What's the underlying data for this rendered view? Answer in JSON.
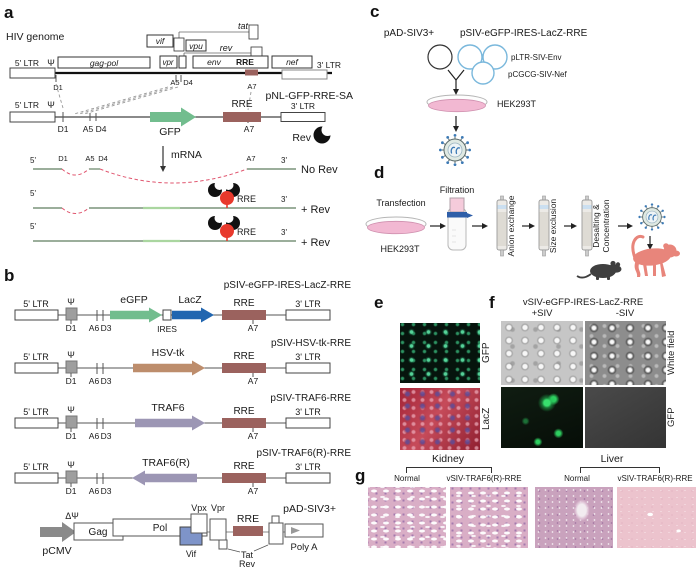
{
  "figure": {
    "panel_letters": {
      "a": "a",
      "b": "b",
      "c": "c",
      "d": "d",
      "e": "e",
      "f": "f",
      "g": "g"
    }
  },
  "panel_a": {
    "hiv_genome": "HIV genome",
    "five_ltr": "5' LTR",
    "three_ltr": "3' LTR",
    "psi": "Ψ",
    "gag_pol": "gag-pol",
    "vif": "vif",
    "vpr": "vpr",
    "vpu": "vpu",
    "tat": "tat",
    "rev_gene": "rev",
    "env": "env",
    "rre": "RRE",
    "nef": "nef",
    "d1": "D1",
    "a5": "A5",
    "d4": "D4",
    "a7": "A7",
    "construct_name": "pNL-GFP-RRE-SA",
    "gfp": "GFP",
    "rev_protein": "Rev",
    "mrna": "mRNA",
    "five_prime": "5'",
    "three_prime": "3'",
    "no_rev": "No Rev",
    "plus_rev": "+ Rev"
  },
  "panel_b": {
    "five_ltr": "5' LTR",
    "three_ltr": "3' LTR",
    "psi": "Ψ",
    "rre": "RRE",
    "d1": "D1",
    "a6": "A6",
    "d3": "D3",
    "a7": "A7",
    "ires": "IRES",
    "constructs": [
      {
        "name": "pSIV-eGFP-IRES-LacZ-RRE",
        "gene1": "eGFP",
        "gene2": "LacZ"
      },
      {
        "name": "pSIV-HSV-tk-RRE",
        "gene": "HSV-tk"
      },
      {
        "name": "pSIV-TRAF6-RRE",
        "gene": "TRAF6"
      },
      {
        "name": "pSIV-TRAF6(R)-RRE",
        "gene": "TRAF6(R)"
      }
    ],
    "helper": {
      "name": "pAD-SIV3+",
      "pcmv": "pCMV",
      "delta_psi": "ΔΨ",
      "gag": "Gag",
      "pol": "Pol",
      "vif": "Vif",
      "vpx": "Vpx",
      "vpr": "Vpr",
      "rre": "RRE",
      "tat": "Tat",
      "rev": "Rev",
      "poly_a": "Poly A"
    }
  },
  "panel_c": {
    "pad_siv3": "pAD-SIV3+",
    "psiv_construct": "pSIV-eGFP-IRES-LacZ-RRE",
    "pltr_env": "pLTR-SIV-Env",
    "pcgcg_nef": "pCGCG-SIV-Nef",
    "hek293t": "HEK293T"
  },
  "panel_d": {
    "transfection": "Transfection",
    "hek293t": "HEK293T",
    "filtration": "Filtration",
    "anion_exchange": "Anion exchange",
    "size_exclusion": "Size exclusion",
    "desalting_1": "Desalting &",
    "desalting_2": "Concentration"
  },
  "panel_e": {
    "row_labels": [
      "GFP",
      "LacZ"
    ]
  },
  "panel_f": {
    "title": "vSIV-eGFP-IRES-LacZ-RRE",
    "col_plus": "+SIV",
    "col_minus": "-SIV",
    "row_labels": [
      "White field",
      "GFP"
    ]
  },
  "panel_g": {
    "kidney": {
      "organ": "Kidney",
      "col1": "Normal",
      "col2": "vSIV-TRAF6(R)-RRE"
    },
    "liver": {
      "organ": "Liver",
      "col1": "Normal",
      "col2": "vSIV-TRAF6(R)-RRE"
    }
  },
  "colors": {
    "gfp_green": "#72bd8e",
    "lacz_blue": "#2166b0",
    "rre_maroon": "#9b625e",
    "hsvtk_tan": "#bd8d6c",
    "traf6_purple": "#9c96b4",
    "vif_blue": "#7e94c9",
    "dish_pink": "#f2b8d2",
    "plasmid_blue": "#7ab8dc",
    "rev_black": "#111111",
    "rre_red": "#e8392c",
    "splice_dash_pink": "#e0566f",
    "mrna_green": "#7a947a",
    "monkey_salmon": "#e8857b",
    "mouse_gray": "#3f3f3f"
  }
}
